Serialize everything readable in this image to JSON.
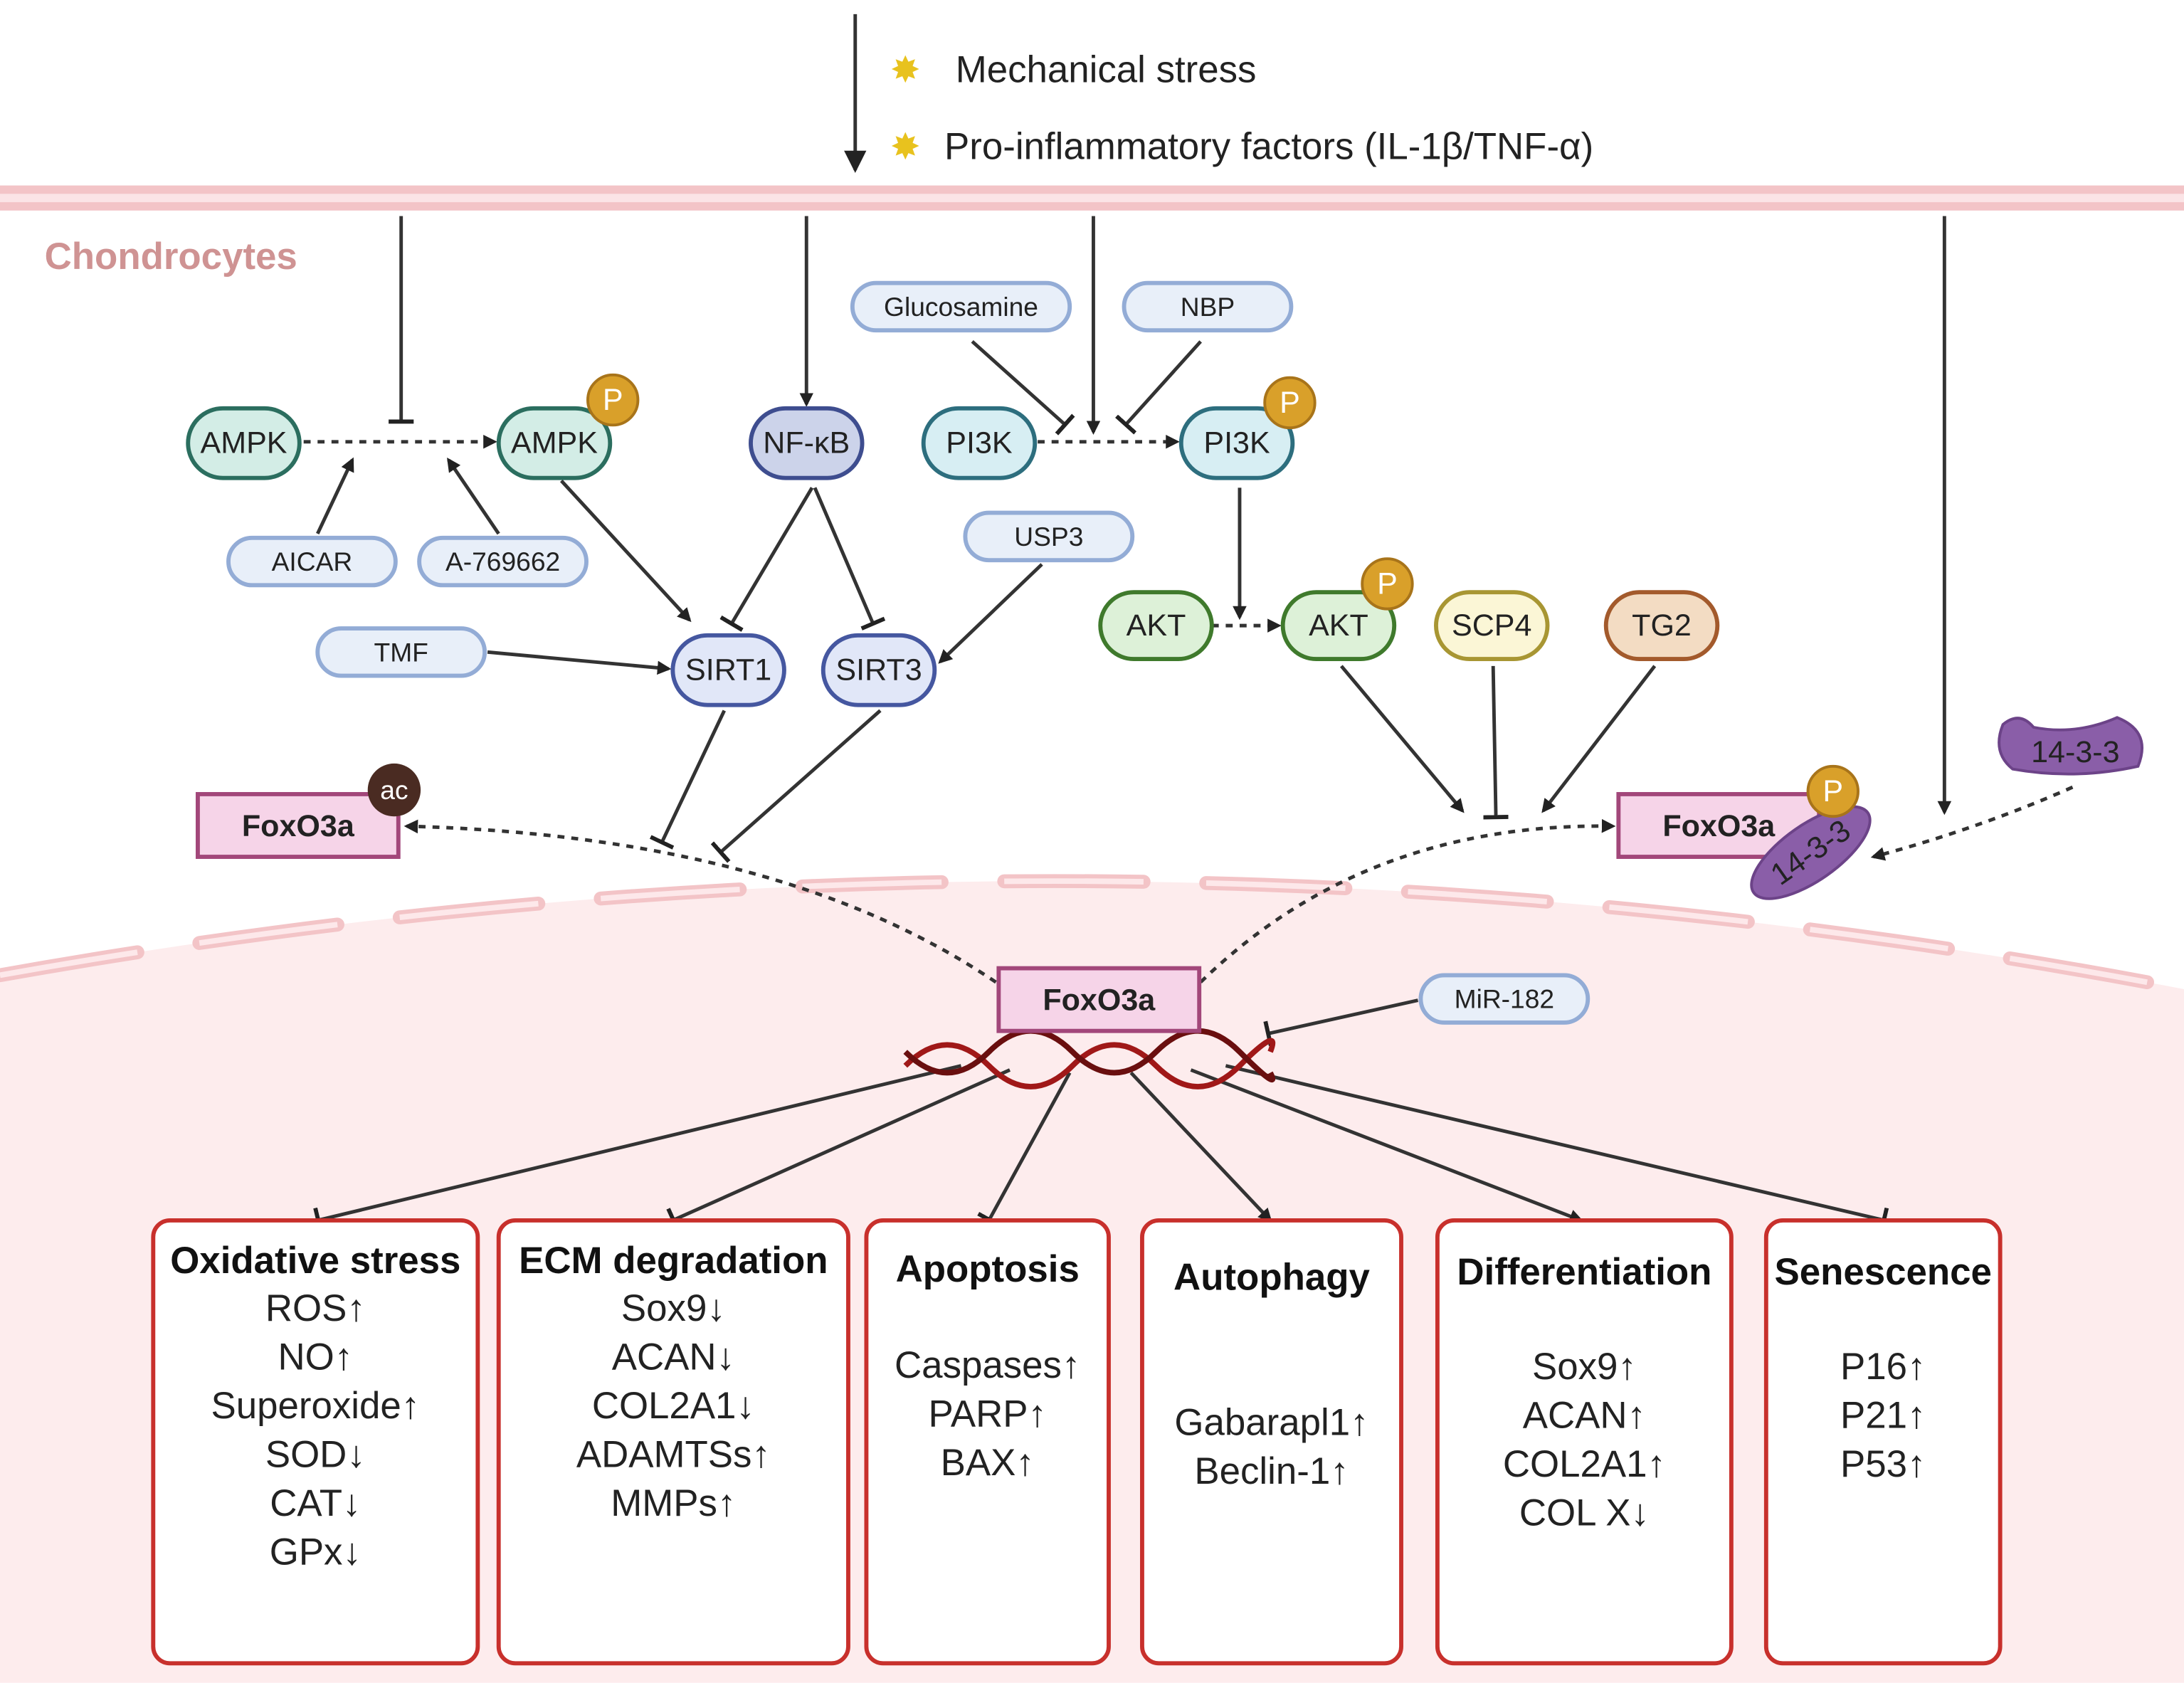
{
  "stimuli": {
    "mechanical": "Mechanical stress",
    "inflammatory": "Pro-inflammatory factors (IL-1β/TNF-α)"
  },
  "cell_label": "Chondrocytes",
  "nodes": {
    "ampk": "AMPK",
    "ampk_p": "AMPK",
    "p": "P",
    "nfkb": "NF-κB",
    "pi3k": "PI3K",
    "pi3k_p": "PI3K",
    "glucosamine": "Glucosamine",
    "nbp": "NBP",
    "aicar": "AICAR",
    "a769662": "A-769662",
    "usp3": "USP3",
    "tmf": "TMF",
    "sirt1": "SIRT1",
    "sirt3": "SIRT3",
    "akt": "AKT",
    "akt_p": "AKT",
    "scp4": "SCP4",
    "tg2": "TG2",
    "foxo3a_ac": "FoxO3a",
    "ac": "ac",
    "foxo3a_p": "FoxO3a",
    "p1433": "14-3-3",
    "free1433": "14-3-3",
    "foxo3a_nuc": "FoxO3a",
    "mir182": "MiR-182"
  },
  "colors": {
    "membrane": "#f3c4c7",
    "nucleus": "#fdeced",
    "outcome_border": "#c8302c",
    "foxo_fill": "#f6d4e8",
    "foxo_border": "#a2477a"
  },
  "outcomes": [
    {
      "title": "Oxidative stress",
      "items": [
        "ROS↑",
        "NO↑",
        "Superoxide↑",
        "SOD↓",
        "CAT↓",
        "GPx↓"
      ]
    },
    {
      "title": "ECM degradation",
      "items": [
        "Sox9↓",
        "ACAN↓",
        "COL2A1↓",
        "ADAMTSs↑",
        "MMPs↑"
      ]
    },
    {
      "title": "Apoptosis",
      "items": [
        "Caspases↑",
        "PARP↑",
        "BAX↑"
      ]
    },
    {
      "title": "Autophagy",
      "items": [
        "Gabarapl1↑",
        "Beclin-1↑"
      ]
    },
    {
      "title": "Differentiation",
      "items": [
        "Sox9↑",
        "ACAN↑",
        "COL2A1↑",
        "COL X↓"
      ]
    },
    {
      "title": "Senescence",
      "items": [
        "P16↑",
        "P21↑",
        "P53↑"
      ]
    }
  ]
}
